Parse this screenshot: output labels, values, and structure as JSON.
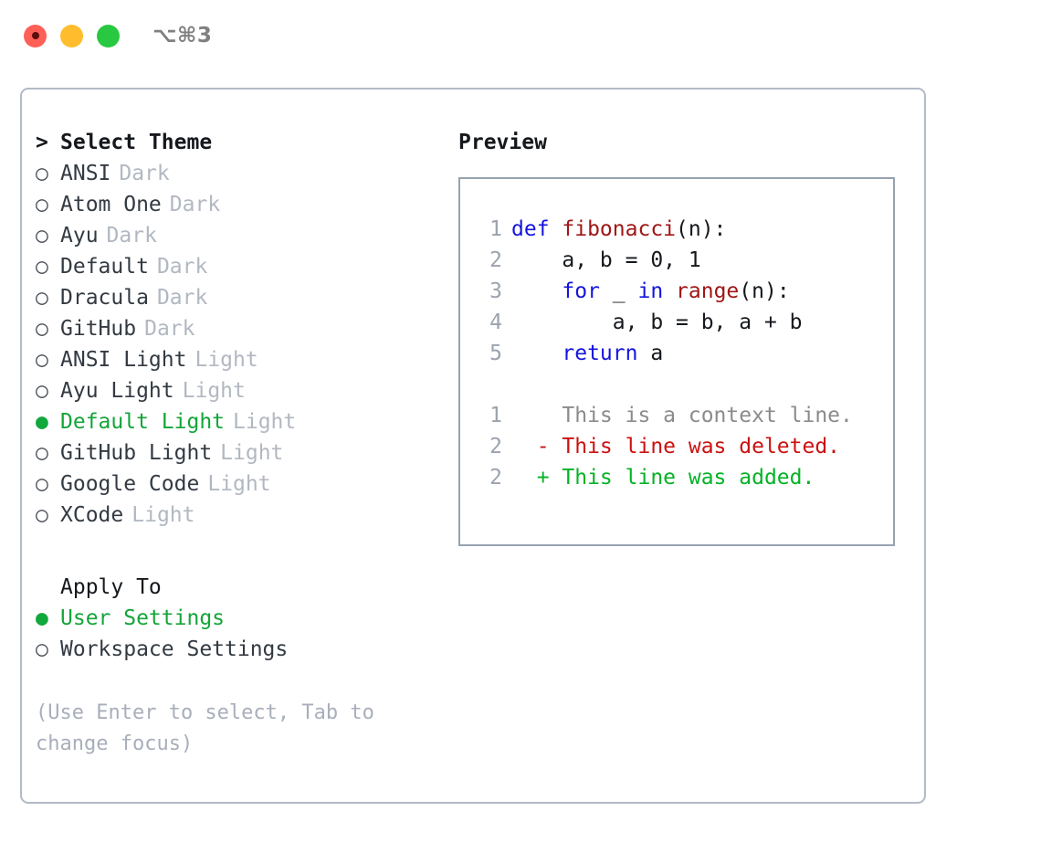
{
  "titlebar": {
    "lights": [
      {
        "name": "close",
        "color": "#ff5f57",
        "has_pip": true
      },
      {
        "name": "minimize",
        "color": "#ffbd2e",
        "has_pip": false
      },
      {
        "name": "maximize",
        "color": "#28c840",
        "has_pip": false
      }
    ],
    "shortcut": "⌥⌘3"
  },
  "theme_list": {
    "heading": "Select Theme",
    "caret": ">",
    "radio_off": "○",
    "radio_on": "●",
    "items": [
      {
        "label": "ANSI",
        "suffix": "Dark",
        "selected": false
      },
      {
        "label": "Atom One",
        "suffix": "Dark",
        "selected": false
      },
      {
        "label": "Ayu",
        "suffix": "Dark",
        "selected": false
      },
      {
        "label": "Default",
        "suffix": "Dark",
        "selected": false
      },
      {
        "label": "Dracula",
        "suffix": "Dark",
        "selected": false
      },
      {
        "label": "GitHub",
        "suffix": "Dark",
        "selected": false
      },
      {
        "label": "ANSI Light",
        "suffix": "Light",
        "selected": false
      },
      {
        "label": "Ayu Light",
        "suffix": "Light",
        "selected": false
      },
      {
        "label": "Default Light",
        "suffix": "Light",
        "selected": true
      },
      {
        "label": "GitHub Light",
        "suffix": "Light",
        "selected": false
      },
      {
        "label": "Google Code",
        "suffix": "Light",
        "selected": false
      },
      {
        "label": "XCode",
        "suffix": "Light",
        "selected": false
      }
    ]
  },
  "apply_to": {
    "heading": "Apply To",
    "items": [
      {
        "label": "User Settings",
        "selected": true
      },
      {
        "label": "Workspace Settings",
        "selected": false
      }
    ]
  },
  "hint": "(Use Enter to select, Tab to change focus)",
  "preview": {
    "title": "Preview",
    "code_lines": [
      {
        "num": "1",
        "tokens": [
          {
            "t": "def ",
            "c": "kw"
          },
          {
            "t": "fibonacci",
            "c": "fn"
          },
          {
            "t": "(n):",
            "c": "plain"
          }
        ]
      },
      {
        "num": "2",
        "tokens": [
          {
            "t": "    a, b = 0, 1",
            "c": "plain"
          }
        ]
      },
      {
        "num": "3",
        "tokens": [
          {
            "t": "    ",
            "c": "plain"
          },
          {
            "t": "for",
            "c": "kw"
          },
          {
            "t": " _ ",
            "c": "plain"
          },
          {
            "t": "in",
            "c": "kw"
          },
          {
            "t": " ",
            "c": "plain"
          },
          {
            "t": "range",
            "c": "fn"
          },
          {
            "t": "(n):",
            "c": "plain"
          }
        ]
      },
      {
        "num": "4",
        "tokens": [
          {
            "t": "        a, b = b, a + b",
            "c": "plain"
          }
        ]
      },
      {
        "num": "5",
        "tokens": [
          {
            "t": "    ",
            "c": "plain"
          },
          {
            "t": "return",
            "c": "kw"
          },
          {
            "t": " a",
            "c": "plain"
          }
        ]
      }
    ],
    "diff_lines": [
      {
        "num": "1",
        "marker": " ",
        "text": " This is a context line.",
        "kind": "ctx"
      },
      {
        "num": "2",
        "marker": "-",
        "text": " This line was deleted.",
        "kind": "del"
      },
      {
        "num": "2",
        "marker": "+",
        "text": " This line was added.",
        "kind": "add"
      }
    ]
  },
  "colors": {
    "accent_green": "#13a538",
    "keyword_blue": "#1414e0",
    "function_red": "#a01616",
    "diff_delete": "#cc1111",
    "diff_add": "#05b226",
    "muted_gray": "#b2b8c1",
    "hint_gray": "#a8aebb",
    "border": "#b2bac6"
  }
}
